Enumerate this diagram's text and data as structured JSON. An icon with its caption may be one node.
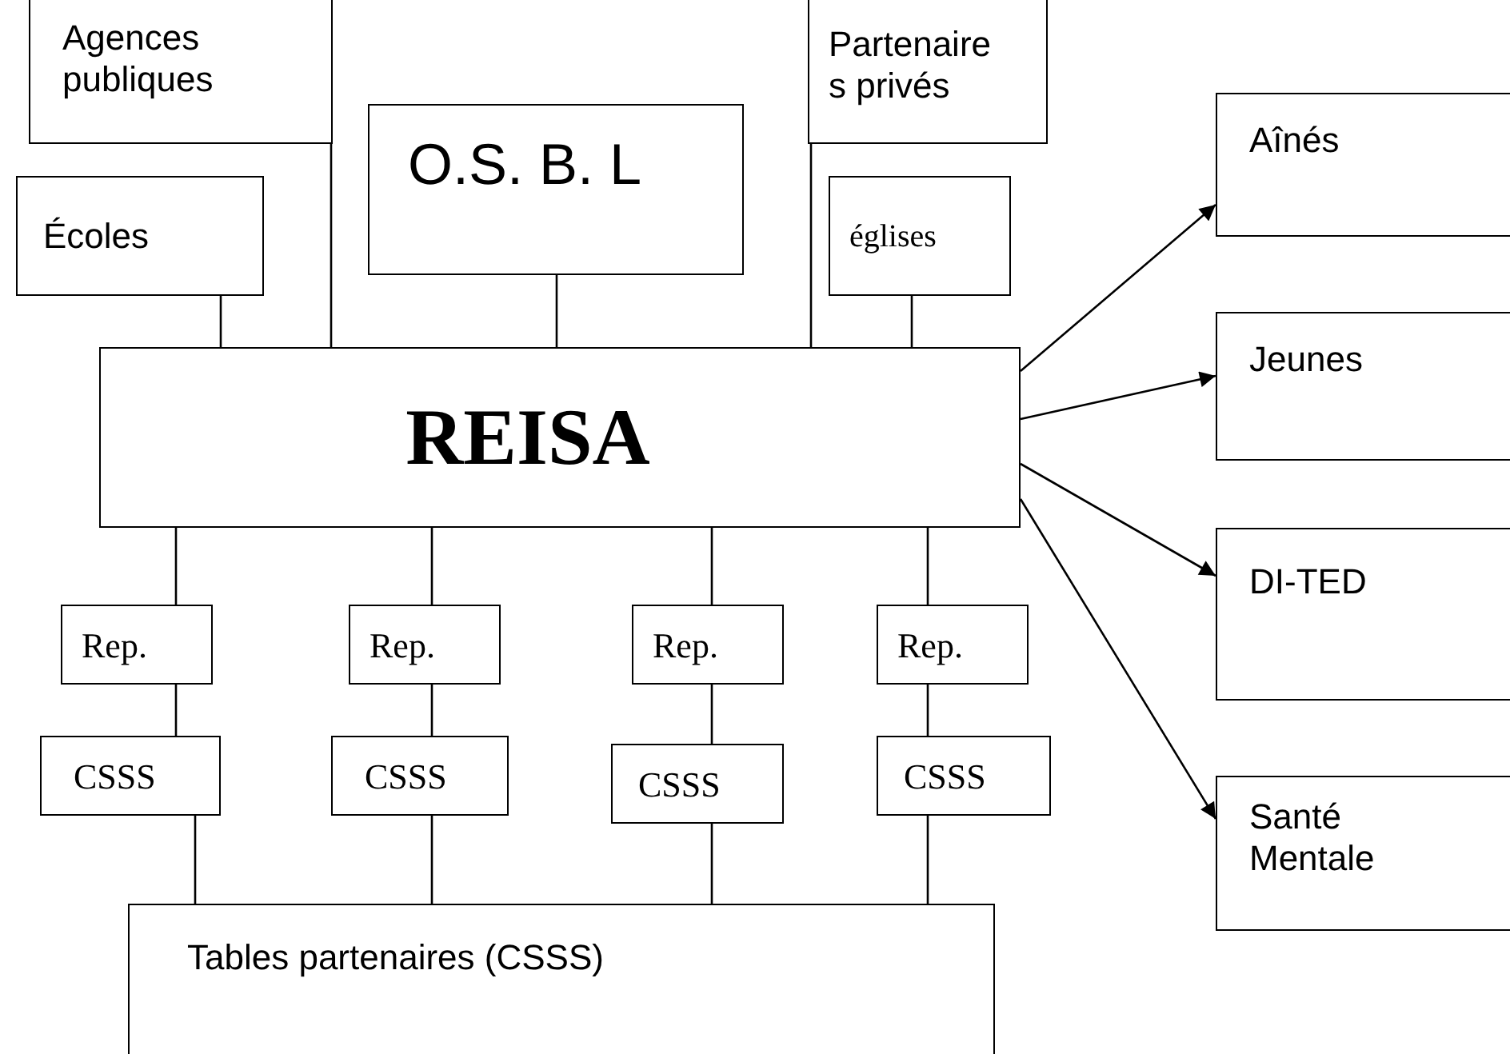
{
  "diagram": {
    "nodes": [
      {
        "text": [
          "Agences publiques"
        ]
      },
      {
        "text": [
          "Écoles"
        ]
      },
      {
        "text": [
          "O.S. B. L"
        ]
      },
      {
        "text": [
          "Partenaires privés"
        ]
      },
      {
        "text": [
          "églises"
        ]
      },
      {
        "text": [
          "REISA"
        ]
      },
      {
        "text": [
          "Rep."
        ]
      },
      {
        "text": [
          "Rep."
        ]
      },
      {
        "text": [
          "Rep."
        ]
      },
      {
        "text": [
          "Rep."
        ]
      },
      {
        "text": [
          "CSSS"
        ]
      },
      {
        "text": [
          "CSSS"
        ]
      },
      {
        "text": [
          "CSSS"
        ]
      },
      {
        "text": [
          "CSSS"
        ]
      },
      {
        "text": [
          "Tables partenaires (CSSS)"
        ]
      },
      {
        "text": [
          "Aînés"
        ]
      },
      {
        "text": [
          "Jeunes"
        ]
      },
      {
        "text": [
          "DI-TED"
        ]
      },
      {
        "text": [
          "Santé Mentale"
        ]
      }
    ],
    "edges": [
      {
        "from": 1,
        "to": 5,
        "arrow": "none"
      },
      {
        "from": 0,
        "to": 5,
        "arrow": "none"
      },
      {
        "from": 2,
        "to": 5,
        "arrow": "none"
      },
      {
        "from": 3,
        "to": 5,
        "arrow": "none"
      },
      {
        "from": 4,
        "to": 5,
        "arrow": "none"
      },
      {
        "from": 5,
        "to": 6,
        "arrow": "none"
      },
      {
        "from": 5,
        "to": 7,
        "arrow": "none"
      },
      {
        "from": 5,
        "to": 8,
        "arrow": "none"
      },
      {
        "from": 5,
        "to": 9,
        "arrow": "none"
      },
      {
        "from": 6,
        "to": 10,
        "arrow": "none"
      },
      {
        "from": 7,
        "to": 11,
        "arrow": "none"
      },
      {
        "from": 8,
        "to": 12,
        "arrow": "none"
      },
      {
        "from": 9,
        "to": 13,
        "arrow": "none"
      },
      {
        "from": 10,
        "to": 14,
        "arrow": "none"
      },
      {
        "from": 11,
        "to": 14,
        "arrow": "none"
      },
      {
        "from": 12,
        "to": 14,
        "arrow": "none"
      },
      {
        "from": 13,
        "to": 14,
        "arrow": "none"
      },
      {
        "from": 5,
        "to": 15,
        "arrow": "to"
      },
      {
        "from": 5,
        "to": 16,
        "arrow": "to"
      },
      {
        "from": 5,
        "to": 17,
        "arrow": "to"
      },
      {
        "from": 5,
        "to": 18,
        "arrow": "to"
      }
    ]
  }
}
